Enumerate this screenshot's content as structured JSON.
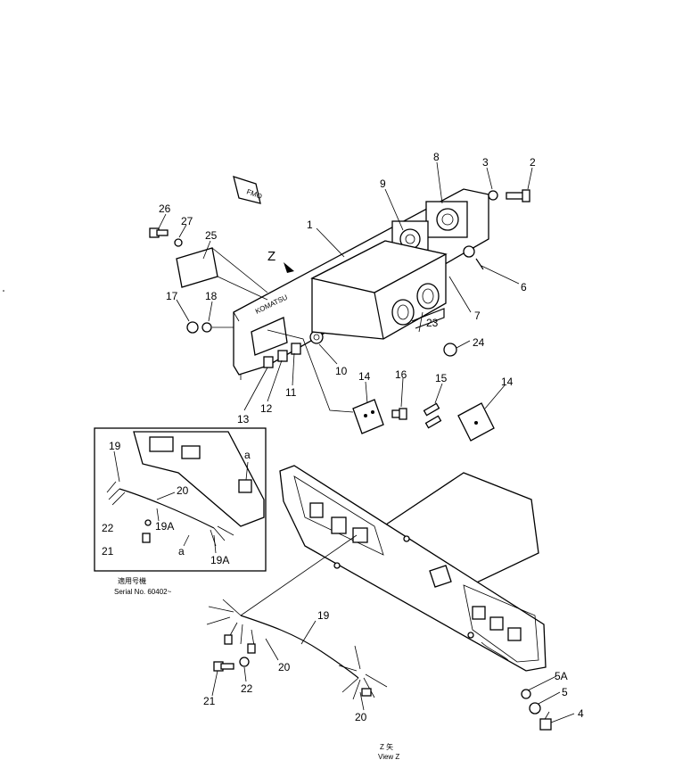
{
  "view_marker": "Z",
  "logo_text": "KOMATSU",
  "callouts": {
    "c1": "1",
    "c2": "2",
    "c3": "3",
    "c4": "4",
    "c5": "5",
    "c5a": "5A",
    "c6": "6",
    "c7": "7",
    "c8": "8",
    "c9": "9",
    "c10": "10",
    "c11": "11",
    "c12": "12",
    "c13": "13",
    "c14a": "14",
    "c14b": "14",
    "c15": "15",
    "c16": "16",
    "c17": "17",
    "c18": "18",
    "c19": "19",
    "c20a": "20",
    "c20b": "20",
    "c21": "21",
    "c22": "22",
    "c23": "23",
    "c24": "24",
    "c25": "25",
    "c26": "26",
    "c27": "27"
  },
  "inset": {
    "callouts": {
      "c19": "19",
      "c20": "20",
      "c19a_1": "19A",
      "c22": "22",
      "c21": "21",
      "c19a_2": "19A",
      "a_top": "a",
      "a_bottom": "a"
    },
    "caption_jp": "適用号機",
    "caption_serial": "Serial No. 60402~"
  },
  "view_caption_jp": "Z 矢",
  "view_caption_en": "View Z"
}
